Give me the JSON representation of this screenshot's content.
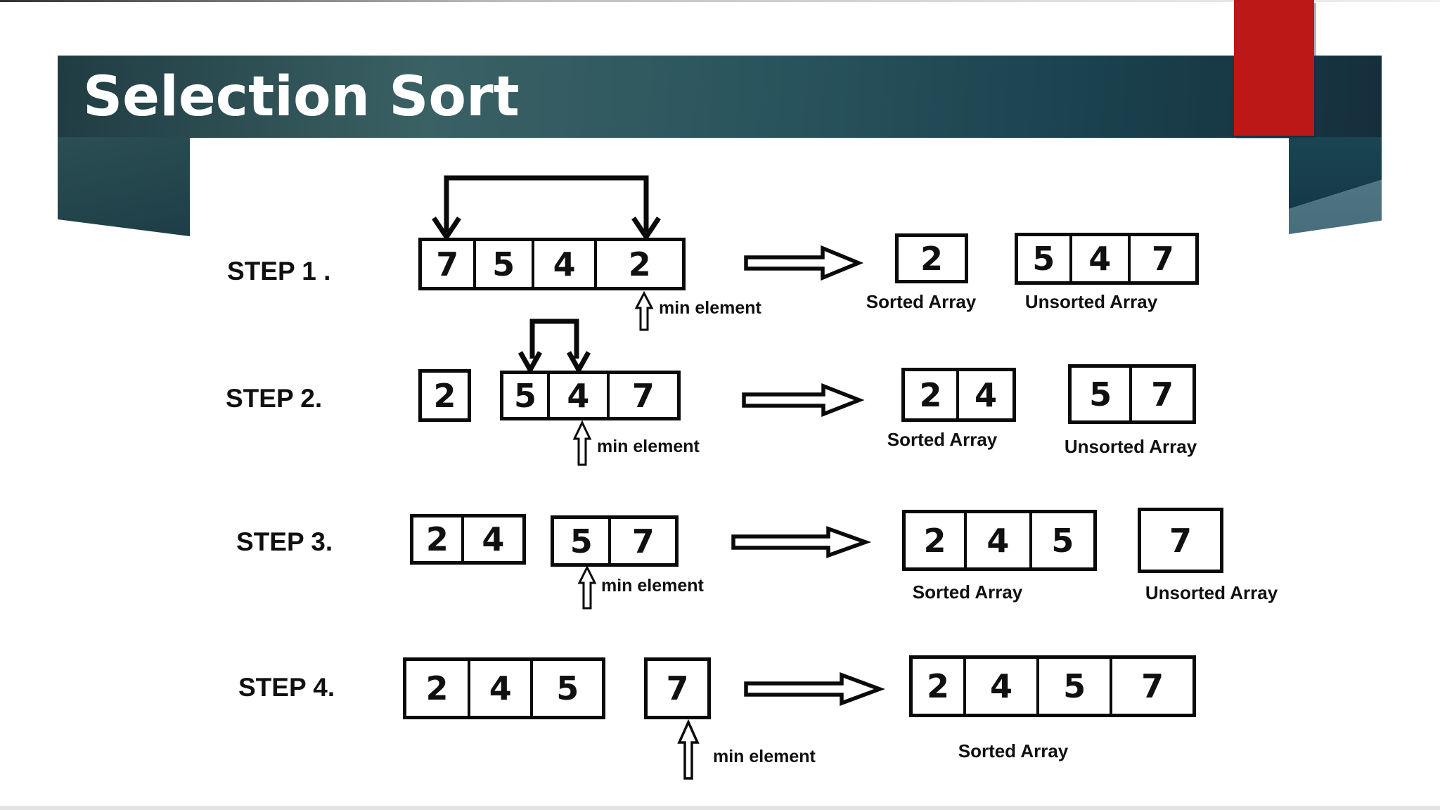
{
  "slide": {
    "title": "Selection Sort",
    "colors": {
      "banner_teal_left": "#203c42",
      "banner_teal_bright": "#3a6164",
      "banner_teal_right": "#152f3b",
      "fold_light_teal": "#567d8b",
      "accent_red": "#bc1818",
      "ink": "#0a0a0a"
    }
  },
  "labels": {
    "min_element": "min element",
    "sorted_array": "Sorted Array",
    "unsorted_array": "Unsorted Array"
  },
  "steps": [
    {
      "label": "STEP 1 .",
      "working": [
        "7",
        "5",
        "4",
        "2"
      ],
      "sorted": [
        "2"
      ],
      "unsorted": [
        "5",
        "4",
        "7"
      ]
    },
    {
      "label": "STEP 2.",
      "carry": [
        "2"
      ],
      "working": [
        "5",
        "4",
        "7"
      ],
      "sorted": [
        "2",
        "4"
      ],
      "unsorted": [
        "5",
        "7"
      ]
    },
    {
      "label": "STEP 3.",
      "carry": [
        "2",
        "4"
      ],
      "working": [
        "5",
        "7"
      ],
      "sorted": [
        "2",
        "4",
        "5"
      ],
      "unsorted": [
        "7"
      ]
    },
    {
      "label": "STEP 4.",
      "carry": [
        "2",
        "4",
        "5"
      ],
      "working": [
        "7"
      ],
      "sorted": [
        "2",
        "4",
        "5",
        "7"
      ]
    }
  ]
}
